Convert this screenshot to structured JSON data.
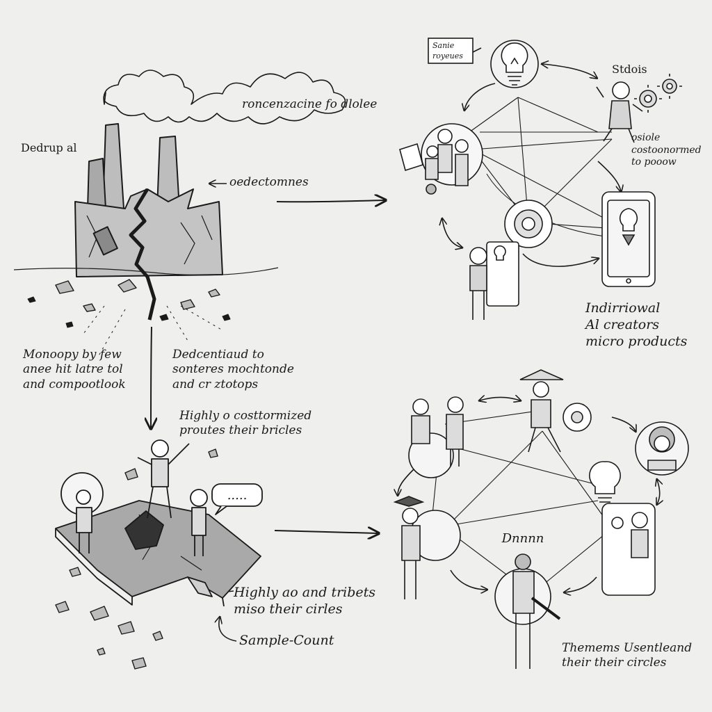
{
  "labels": {
    "smoke_caption": "roncenzacine fo dlolee",
    "factory_side": "Dedrup al",
    "factory_arrow": "oedectomnes",
    "monopoly": "Monoopy by few\nanee hit latre tol\nand compootlook",
    "decentralized": "Dedcentiaud to\nsonteres mochtonde\nand cr ztotops",
    "highly_customized": "Highly o costtormized\nproutes their bricles",
    "highly_tribes": "Highly ao and tribets\nmiso their cirles",
    "sample_count": "Sample-Count",
    "top_network_note": "Sanie\nroyeues",
    "studio": "Stdois",
    "customized": "osiole\ncostoonormed\nto pooow",
    "individual_creators": "Indirriowal\nAl creators\nmicro products",
    "bottom_sign": "Dnnnn",
    "themes_circles": "Themems Usentleand\ntheir their circles",
    "speech_bubble": "....."
  },
  "icons": {
    "factory": "broken-factory-icon",
    "lightbulb_top": "lightbulb-icon",
    "gears": "gears-icon",
    "phone": "smartphone-lightbulb-icon",
    "lightbulb_bottom": "lightbulb-icon",
    "camera": "camera-lens-icon"
  },
  "colors": {
    "ink": "#1a1a1a",
    "paper": "#efefed",
    "shade": "#a9a9a9",
    "light_shade": "#cfcfcf"
  }
}
